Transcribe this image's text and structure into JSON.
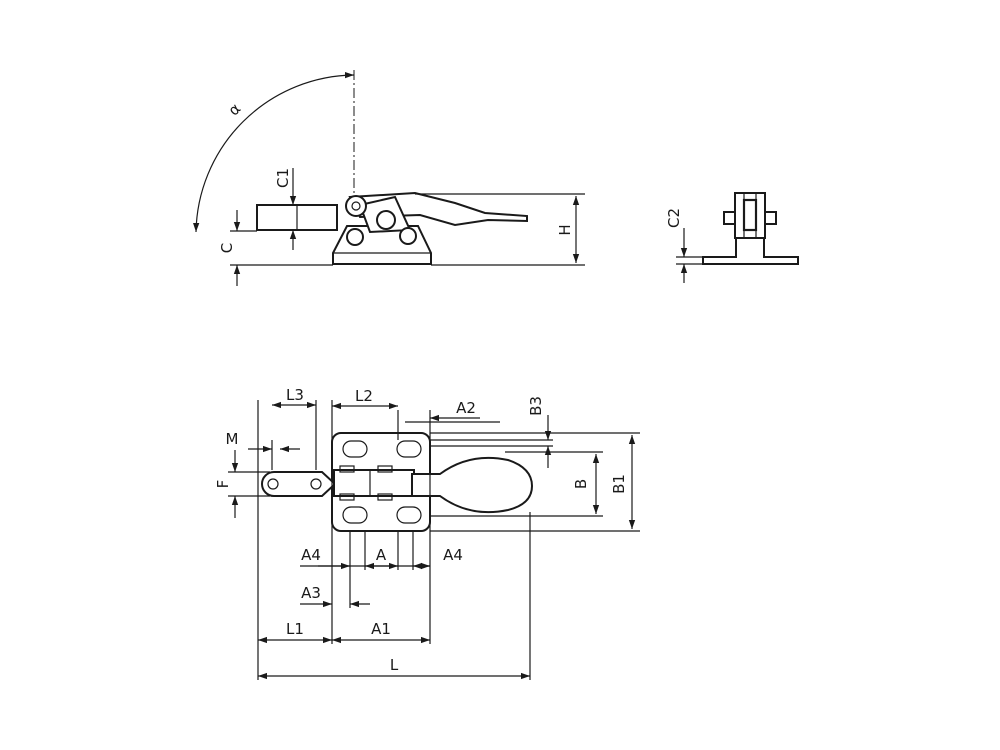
{
  "labels": {
    "alpha": "α",
    "c": "C",
    "c1": "C1",
    "h": "H",
    "c2": "C2",
    "l3": "L3",
    "l2": "L2",
    "a2": "A2",
    "b3": "B3",
    "m": "M",
    "f": "F",
    "b": "B",
    "b1": "B1",
    "a4_left": "A4",
    "a": "A",
    "a4_right": "A4",
    "a3": "A3",
    "l1": "L1",
    "a1": "A1",
    "l": "L"
  },
  "colors": {
    "line": "#1a1a1a",
    "background": "#ffffff",
    "panel": "#ffffff"
  }
}
